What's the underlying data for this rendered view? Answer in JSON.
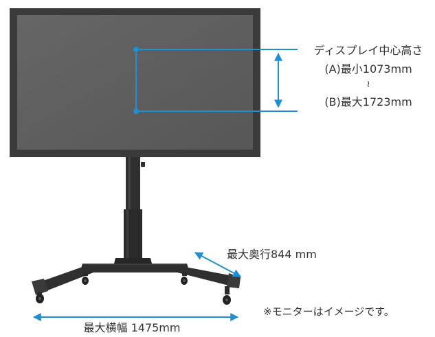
{
  "diagram": {
    "display_center_height": {
      "title": "ディスプレイ中心高さ",
      "min": "(A)最小1073mm",
      "range_mark": "≀",
      "max": "(B)最大1723mm"
    },
    "max_depth_label": "最大奥行844 mm",
    "max_width_label": "最大横幅 1475mm",
    "note": "※モニターはイメージです。"
  },
  "colors": {
    "dimension_line": "#1c8fd6",
    "monitor_bezel": "#3b3b3b",
    "screen": "#5e5e5e",
    "stand": "#2f2f2f",
    "text": "#333333"
  }
}
